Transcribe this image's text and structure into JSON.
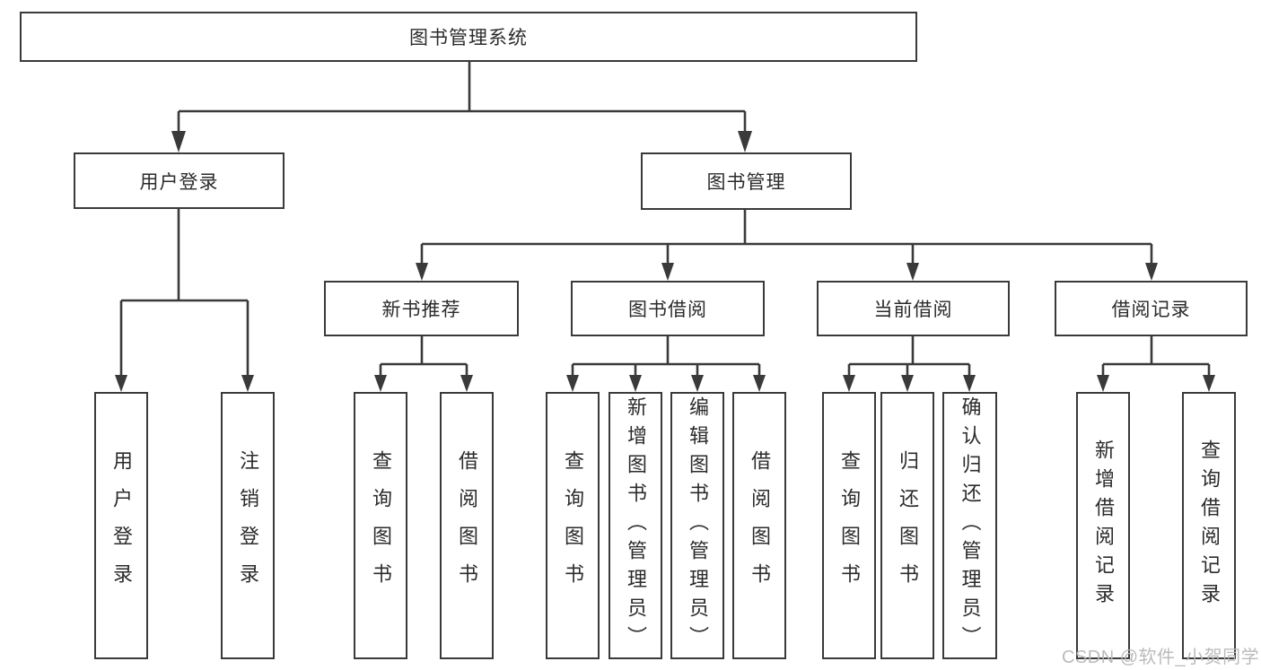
{
  "tree": {
    "label": "图书管理系统",
    "children": [
      {
        "label": "用户登录",
        "children": [
          {
            "label": "用户登录"
          },
          {
            "label": "注销登录"
          }
        ]
      },
      {
        "label": "图书管理",
        "children": [
          {
            "label": "新书推荐",
            "children": [
              {
                "label": "查询图书"
              },
              {
                "label": "借阅图书"
              }
            ]
          },
          {
            "label": "图书借阅",
            "children": [
              {
                "label": "查询图书"
              },
              {
                "label": "新增图书（管理员）"
              },
              {
                "label": "编辑图书（管理员）"
              },
              {
                "label": "借阅图书"
              }
            ]
          },
          {
            "label": "当前借阅",
            "children": [
              {
                "label": "查询图书"
              },
              {
                "label": "归还图书"
              },
              {
                "label": "确认归还（管理员）"
              }
            ]
          },
          {
            "label": "借阅记录",
            "children": [
              {
                "label": "新增借阅记录"
              },
              {
                "label": "查询借阅记录"
              }
            ]
          }
        ]
      }
    ]
  },
  "watermark": {
    "text": "CSDN @软件_小贺同学",
    "color": "#b8b8b8"
  },
  "colors": {
    "line": "#3a3a3a",
    "box_border": "#3a3a3a",
    "text": "#2b2b2b",
    "background": "#ffffff"
  }
}
